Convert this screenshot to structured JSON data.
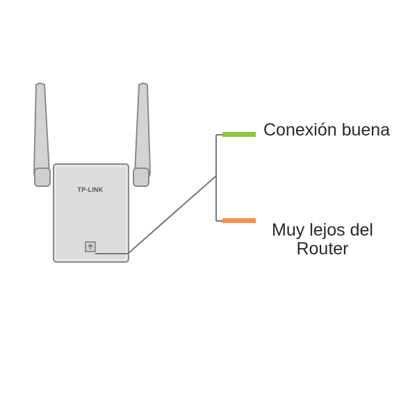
{
  "device": {
    "brand": "TP-LINK"
  },
  "legend": {
    "items": [
      {
        "label": "Conexión buena",
        "color": "#8cc63f"
      },
      {
        "label": "Muy lejos del Router",
        "color": "#f7934c"
      }
    ]
  },
  "colors": {
    "device_body": "#dcdcdc",
    "device_outline": "#8a8a8a",
    "leader_line": "#777777"
  }
}
